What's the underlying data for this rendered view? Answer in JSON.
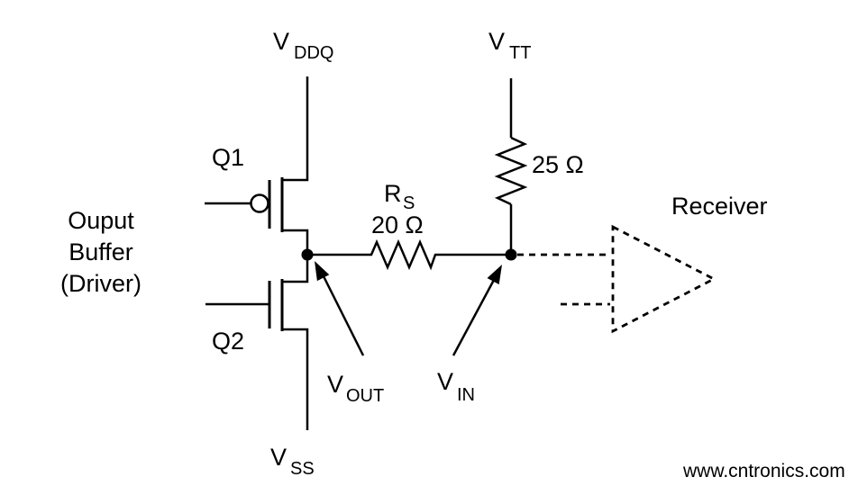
{
  "circuit": {
    "rails": {
      "vddq": {
        "main": "V",
        "sub": "DDQ"
      },
      "vtt": {
        "main": "V",
        "sub": "TT"
      },
      "vss": {
        "main": "V",
        "sub": "SS"
      }
    },
    "transistors": {
      "q1_label": "Q1",
      "q2_label": "Q2"
    },
    "series_resistor": {
      "ref_main": "R",
      "ref_sub": "S",
      "value": "20 Ω"
    },
    "termination_resistor": {
      "value": "25 Ω"
    },
    "probes": {
      "vout": {
        "main": "V",
        "sub": "OUT"
      },
      "vin": {
        "main": "V",
        "sub": "IN"
      }
    },
    "driver_label": {
      "line1": "Ouput",
      "line2": "Buffer",
      "line3": "(Driver)"
    },
    "receiver_label": "Receiver"
  },
  "watermark": {
    "text": "www.cntronics.com",
    "color": "#c4e7bf"
  },
  "colors": {
    "line": "#000000",
    "background": "#ffffff"
  }
}
